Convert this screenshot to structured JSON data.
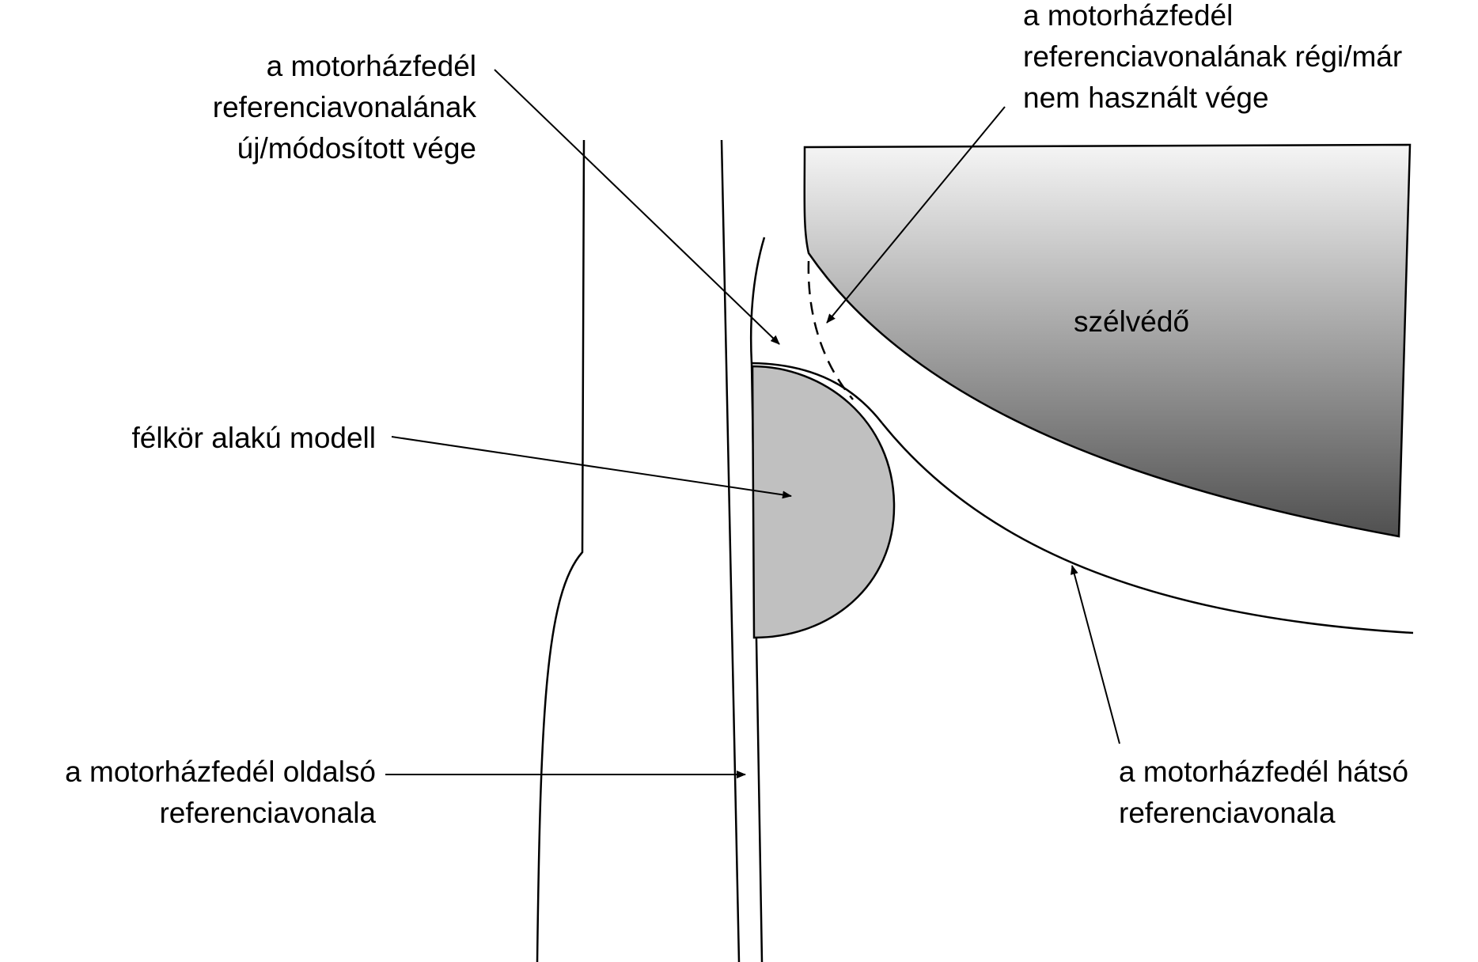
{
  "labels": {
    "new_end": [
      "a motorházfedél",
      "referenciavonalának",
      "új/módosított vége"
    ],
    "old_end": [
      "a motorházfedél",
      "referenciavonalának régi/már",
      "nem használt vége"
    ],
    "windscreen": "szélvédő",
    "semicircle_model": "félkör alakú modell",
    "side_reference_line": [
      "a motorházfedél oldalsó",
      "referenciavonala"
    ],
    "rear_reference_line": [
      "a motorházfedél hátsó",
      "referenciavonala"
    ]
  },
  "colors": {
    "line": "#000000",
    "model_fill": "#c0c0c0",
    "windscreen_gradient_top": "#f5f5f5",
    "windscreen_gradient_bottom": "#505050"
  }
}
